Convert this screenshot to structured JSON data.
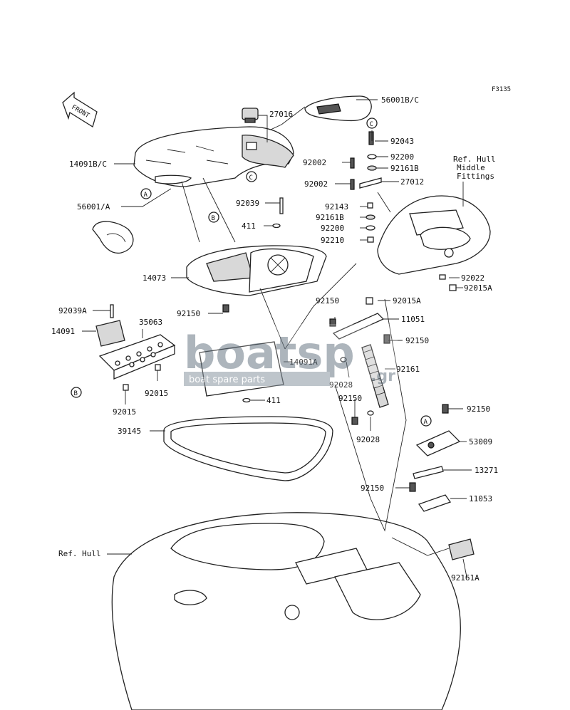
{
  "diagram_code": "F3135",
  "front_label": "FRONT",
  "ref_hull_middle": [
    "Ref. Hull",
    "Middle",
    "Fittings"
  ],
  "ref_hull": "Ref. Hull",
  "callouts": {
    "a": "A",
    "b": "B",
    "c": "C"
  },
  "parts": {
    "p56001bc": "56001B/C",
    "p27016": "27016",
    "p92043": "92043",
    "p14091bc": "14091B/C",
    "p92002a": "92002",
    "p92200a": "92200",
    "p92161b_a": "92161B",
    "p92002b": "92002",
    "p27012": "27012",
    "p56001a": "56001/A",
    "p92039": "92039",
    "p92143": "92143",
    "p411a": "411",
    "p92161b_b": "92161B",
    "p92200b": "92200",
    "p92210": "92210",
    "p14073": "14073",
    "p92022": "92022",
    "p92015a_a": "92015A",
    "p92150a": "92150",
    "p92015a_b": "92015A",
    "p92039a": "92039A",
    "p35063": "35063",
    "p92150b": "92150",
    "p11051": "11051",
    "p14091": "14091",
    "p92150c": "92150",
    "p14091a": "14091A",
    "p92161": "92161",
    "p92028a": "92028",
    "p92015b": "92015",
    "p92015c": "92015",
    "p411b": "411",
    "p92150d": "92150",
    "p92150e": "92150",
    "p39145": "39145",
    "p92028b": "92028",
    "p53009": "53009",
    "p13271": "13271",
    "p92150f": "92150",
    "p11053": "11053",
    "p92161a": "92161A"
  },
  "watermark": {
    "brand": "boatsp",
    "brand_tld": ".gr",
    "tagline": "boat spare parts"
  }
}
